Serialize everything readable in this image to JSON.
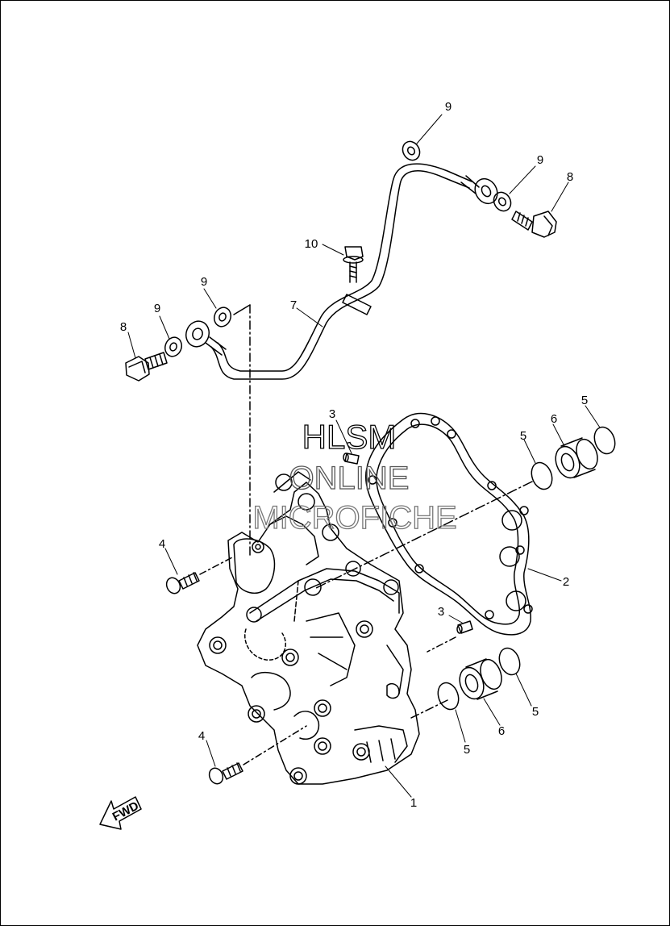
{
  "diagram": {
    "watermark": {
      "line1": "HLSM",
      "line2": "ONLINE",
      "line3": "MICROFICHE"
    },
    "fwd_badge": "FWD",
    "callouts": [
      {
        "id": "c9-top",
        "label": "9"
      },
      {
        "id": "c9-right",
        "label": "9"
      },
      {
        "id": "c8-right",
        "label": "8"
      },
      {
        "id": "c10",
        "label": "10"
      },
      {
        "id": "c9-left-upper",
        "label": "9"
      },
      {
        "id": "c9-left-lower",
        "label": "9"
      },
      {
        "id": "c8-left",
        "label": "8"
      },
      {
        "id": "c7",
        "label": "7"
      },
      {
        "id": "c3-upper",
        "label": "3"
      },
      {
        "id": "c5-upper-right",
        "label": "5"
      },
      {
        "id": "c6-upper",
        "label": "6"
      },
      {
        "id": "c5-upper-left",
        "label": "5"
      },
      {
        "id": "c4-upper",
        "label": "4"
      },
      {
        "id": "c2",
        "label": "2"
      },
      {
        "id": "c3-lower",
        "label": "3"
      },
      {
        "id": "c5-lower-right",
        "label": "5"
      },
      {
        "id": "c6-lower",
        "label": "6"
      },
      {
        "id": "c5-lower-left",
        "label": "5"
      },
      {
        "id": "c4-lower",
        "label": "4"
      },
      {
        "id": "c1",
        "label": "1"
      }
    ],
    "colors": {
      "line": "#000000",
      "background": "#ffffff",
      "watermark": "#555555"
    }
  }
}
